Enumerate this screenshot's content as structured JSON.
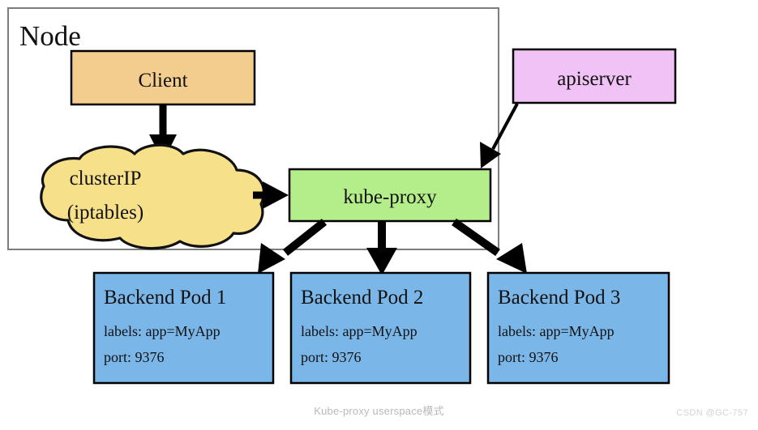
{
  "diagram": {
    "title": "Node",
    "caption": "Kube-proxy userspace模式",
    "watermark": "CSDN @GC-757",
    "colors": {
      "client_fill": "#F2CD8E",
      "cloud_fill": "#F7E08A",
      "proxy_fill": "#B4EE8A",
      "apiserver_fill": "#F0C2F5",
      "pod_fill": "#7BB6E8",
      "stroke": "#000000",
      "node_frame_stroke": "#7D7D7D",
      "caption_color": "#B9B9B9",
      "watermark_color": "#D3D3D3"
    },
    "nodes": {
      "client": {
        "label": "Client"
      },
      "cluster_ip": {
        "line1": "clusterIP",
        "line2": "(iptables)"
      },
      "kube_proxy": {
        "label": "kube-proxy"
      },
      "apiserver": {
        "label": "apiserver"
      }
    },
    "pods": [
      {
        "title": "Backend Pod 1",
        "labels": "labels: app=MyApp",
        "port": "port: 9376"
      },
      {
        "title": "Backend Pod 2",
        "labels": "labels: app=MyApp",
        "port": "port: 9376"
      },
      {
        "title": "Backend Pod 3",
        "labels": "labels: app=MyApp",
        "port": "port: 9376"
      }
    ],
    "edges": [
      {
        "from": "client",
        "to": "cluster_ip"
      },
      {
        "from": "cluster_ip",
        "to": "kube_proxy"
      },
      {
        "from": "apiserver",
        "to": "kube_proxy"
      },
      {
        "from": "kube_proxy",
        "to": "pod_1"
      },
      {
        "from": "kube_proxy",
        "to": "pod_2"
      },
      {
        "from": "kube_proxy",
        "to": "pod_3"
      }
    ]
  }
}
